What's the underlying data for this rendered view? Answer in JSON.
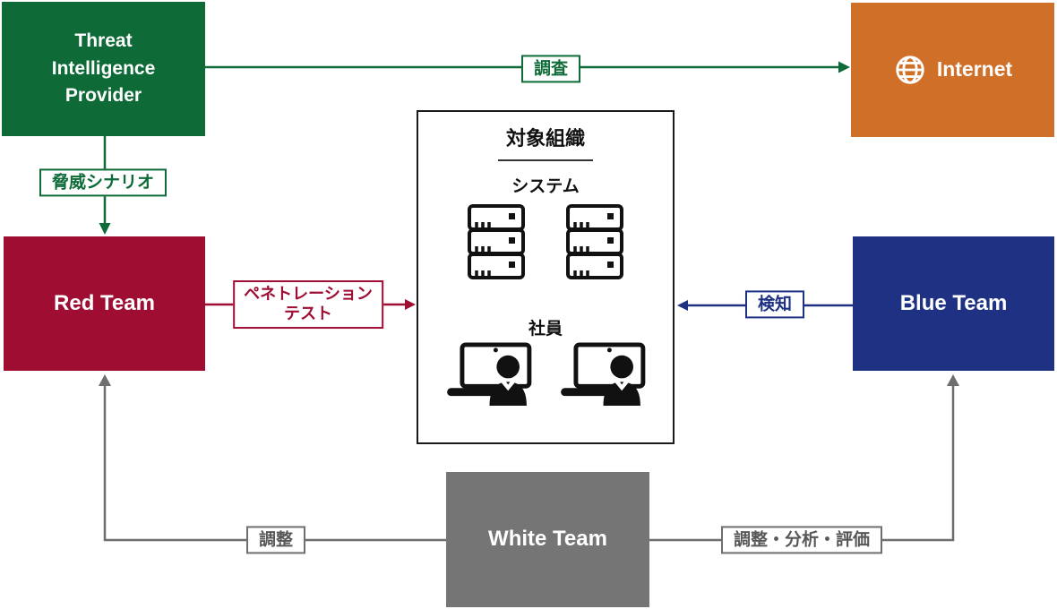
{
  "colors": {
    "green": "#0E6B38",
    "orange": "#D06F28",
    "crimson": "#9F0D32",
    "navy": "#1E3182",
    "team_gray": "#757575",
    "line_gray": "#6E6E6E",
    "black": "#1A1A1A"
  },
  "nodes": {
    "threat_intelligence_provider": {
      "label": "Threat\nIntelligence\nProvider"
    },
    "internet": {
      "label": "Internet",
      "icon": "globe-icon"
    },
    "red_team": {
      "label": "Red Team"
    },
    "blue_team": {
      "label": "Blue Team"
    },
    "white_team": {
      "label": "White Team"
    },
    "target_organization": {
      "title": "対象組織",
      "sections": {
        "system": {
          "label": "システム",
          "icon": "server-icon",
          "icon_count": 2
        },
        "employees": {
          "label": "社員",
          "icon": "laptop-user-icon",
          "icon_count": 2
        }
      }
    }
  },
  "edges": {
    "survey": {
      "label": "調査",
      "from": "threat_intelligence_provider",
      "to": "internet"
    },
    "threat_scenario": {
      "label": "脅威シナリオ",
      "from": "threat_intelligence_provider",
      "to": "red_team"
    },
    "penetration_test": {
      "label": "ペネトレーション\nテスト",
      "from": "red_team",
      "to": "target_organization"
    },
    "detection": {
      "label": "検知",
      "from": "blue_team",
      "to": "target_organization"
    },
    "coordination_red": {
      "label": "調整",
      "from": "white_team",
      "to": "red_team"
    },
    "coordination_blue": {
      "label": "調整・分析・評価",
      "from": "white_team",
      "to": "blue_team"
    }
  }
}
